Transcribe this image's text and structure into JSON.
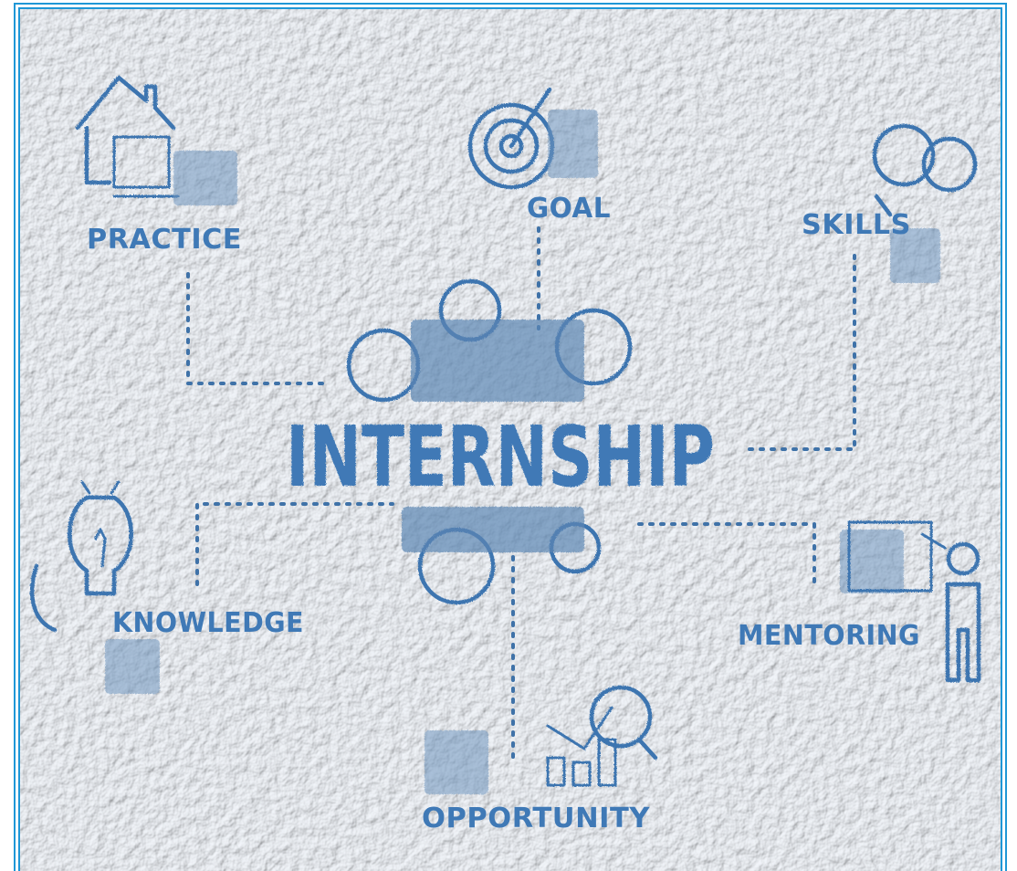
{
  "center": {
    "title": "INTERNSHIP"
  },
  "nodes": [
    {
      "id": "practice",
      "label": "PRACTICE",
      "icon": "house-icon"
    },
    {
      "id": "goal",
      "label": "GOAL",
      "icon": "target-icon"
    },
    {
      "id": "skills",
      "label": "SKILLS",
      "icon": "gears-head-icon"
    },
    {
      "id": "knowledge",
      "label": "KNOWLEDGE",
      "icon": "lightbulb-icon"
    },
    {
      "id": "mentoring",
      "label": "MENTORING",
      "icon": "teacher-board-icon"
    },
    {
      "id": "opportunity",
      "label": "OPPORTUNITY",
      "icon": "chart-magnifier-icon"
    }
  ],
  "colors": {
    "frame_border": "#1f97d6",
    "background": "#edf2f8",
    "ink": "#3f79b6",
    "puzzle": "#6f95bd"
  }
}
